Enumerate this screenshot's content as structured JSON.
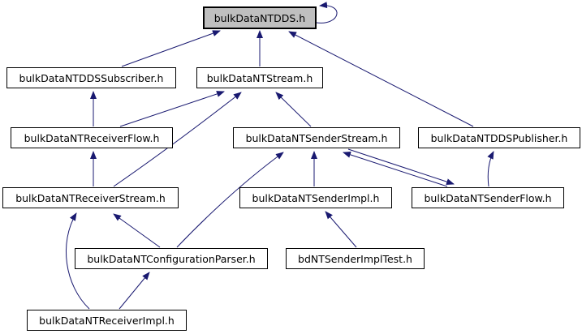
{
  "graph": {
    "kind": "include-dependency-graph",
    "colors": {
      "edge": "#191970",
      "highlight_fill": "#bfbfbf",
      "node_fill": "#ffffff",
      "node_border": "#000000"
    },
    "nodes": {
      "dds": {
        "label": "bulkDataNTDDS.h",
        "highlighted": true
      },
      "subscriber": {
        "label": "bulkDataNTDDSSubscriber.h"
      },
      "stream": {
        "label": "bulkDataNTStream.h"
      },
      "receiverflow": {
        "label": "bulkDataNTReceiverFlow.h"
      },
      "senderstream": {
        "label": "bulkDataNTSenderStream.h"
      },
      "publisher": {
        "label": "bulkDataNTDDSPublisher.h"
      },
      "receiverstream": {
        "label": "bulkDataNTReceiverStream.h"
      },
      "senderimpl": {
        "label": "bulkDataNTSenderImpl.h"
      },
      "senderflow": {
        "label": "bulkDataNTSenderFlow.h"
      },
      "configparser": {
        "label": "bulkDataNTConfigurationParser.h"
      },
      "senderimpltest": {
        "label": "bdNTSenderImplTest.h"
      },
      "receiverimpl": {
        "label": "bulkDataNTReceiverImpl.h"
      }
    },
    "edges": [
      {
        "from": "bulkDataNTDDSSubscriber.h",
        "to": "bulkDataNTDDS.h"
      },
      {
        "from": "bulkDataNTStream.h",
        "to": "bulkDataNTDDS.h"
      },
      {
        "from": "bulkDataNTDDSPublisher.h",
        "to": "bulkDataNTDDS.h"
      },
      {
        "from": "bulkDataNTDDS.h",
        "to": "bulkDataNTDDS.h"
      },
      {
        "from": "bulkDataNTReceiverFlow.h",
        "to": "bulkDataNTDDSSubscriber.h"
      },
      {
        "from": "bulkDataNTReceiverFlow.h",
        "to": "bulkDataNTStream.h"
      },
      {
        "from": "bulkDataNTSenderStream.h",
        "to": "bulkDataNTStream.h"
      },
      {
        "from": "bulkDataNTReceiverStream.h",
        "to": "bulkDataNTReceiverFlow.h"
      },
      {
        "from": "bulkDataNTReceiverStream.h",
        "to": "bulkDataNTStream.h"
      },
      {
        "from": "bulkDataNTSenderImpl.h",
        "to": "bulkDataNTSenderStream.h"
      },
      {
        "from": "bulkDataNTSenderFlow.h",
        "to": "bulkDataNTSenderStream.h"
      },
      {
        "from": "bulkDataNTSenderStream.h",
        "to": "bulkDataNTSenderFlow.h"
      },
      {
        "from": "bulkDataNTSenderFlow.h",
        "to": "bulkDataNTDDSPublisher.h"
      },
      {
        "from": "bdNTSenderImplTest.h",
        "to": "bulkDataNTSenderImpl.h"
      },
      {
        "from": "bulkDataNTConfigurationParser.h",
        "to": "bulkDataNTReceiverStream.h"
      },
      {
        "from": "bulkDataNTConfigurationParser.h",
        "to": "bulkDataNTSenderStream.h"
      },
      {
        "from": "bulkDataNTReceiverImpl.h",
        "to": "bulkDataNTReceiverStream.h"
      },
      {
        "from": "bulkDataNTReceiverImpl.h",
        "to": "bulkDataNTConfigurationParser.h"
      }
    ]
  }
}
